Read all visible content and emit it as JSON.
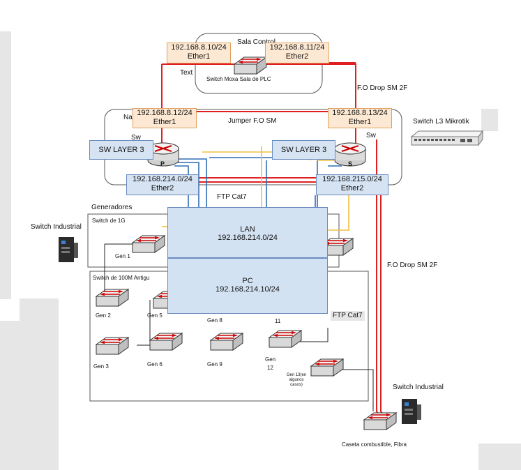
{
  "labels": {
    "sala_control": "Sala Control",
    "ip_810": "192.168.8.10/24",
    "ether1_top": "Ether1",
    "ip_811": "192.168.8.11/24",
    "ether2_top": "Ether2",
    "text": "Text",
    "switch_moxa": "Switch Moxa Sala de PLC",
    "fo_drop_top": "F.O Drop SM 2F",
    "na": "Na",
    "ip_812": "192.168.8.12/24",
    "ether1_left": "Ether1",
    "jumper": "Jumper F.O SM",
    "ip_813": "192.168.8.13/24",
    "ether1_right": "Ether1",
    "mikrotik": "Switch L3 Mikrotik",
    "sw_left": "Sw",
    "sw_right": "Sw",
    "swl3_left": "SW LAYER 3",
    "swl3_right": "SW LAYER 3",
    "router_p": "P",
    "router_s": "S",
    "ip_214": "192.168.214.0/24",
    "ether2_left": "Ether2",
    "ip_215": "192.168.215.0/24",
    "ether2_right": "Ether2",
    "ftp_cat7_top": "FTP Cat7",
    "generadores": "Generadores",
    "switch_industrial_left": "Switch Industrial",
    "switch_1g": "Switch de 1G",
    "gen1": "Gen 1",
    "lan_title": "LAN",
    "lan_ip": "192.168.214.0/24",
    "pc_title": "PC",
    "pc_ip": "192.168.214.10/24",
    "fo_drop_right": "F.O Drop SM 2F",
    "switch_100m": "Switch de 100M Antigu",
    "gen2": "Gen 2",
    "gen5": "Gen 5",
    "gen8": "Gen 8",
    "gen11": "11",
    "ftp_cat7_box": "FTP Cat7",
    "gen3": "Gen 3",
    "gen6": "Gen 6",
    "gen9": "Gen 9",
    "gen12a": "Gen",
    "gen12b": "12",
    "gen13": "Gen 13(en algunos casos)",
    "switch_industrial_right": "Switch Industrial",
    "caseta": "Caseta combustible, Fibra"
  },
  "colors": {
    "red": "#e02020",
    "blue": "#2f6fb5",
    "yellow": "#f0c040",
    "ip_fill": "#fde9d3",
    "box_fill": "#d6e3f3"
  }
}
